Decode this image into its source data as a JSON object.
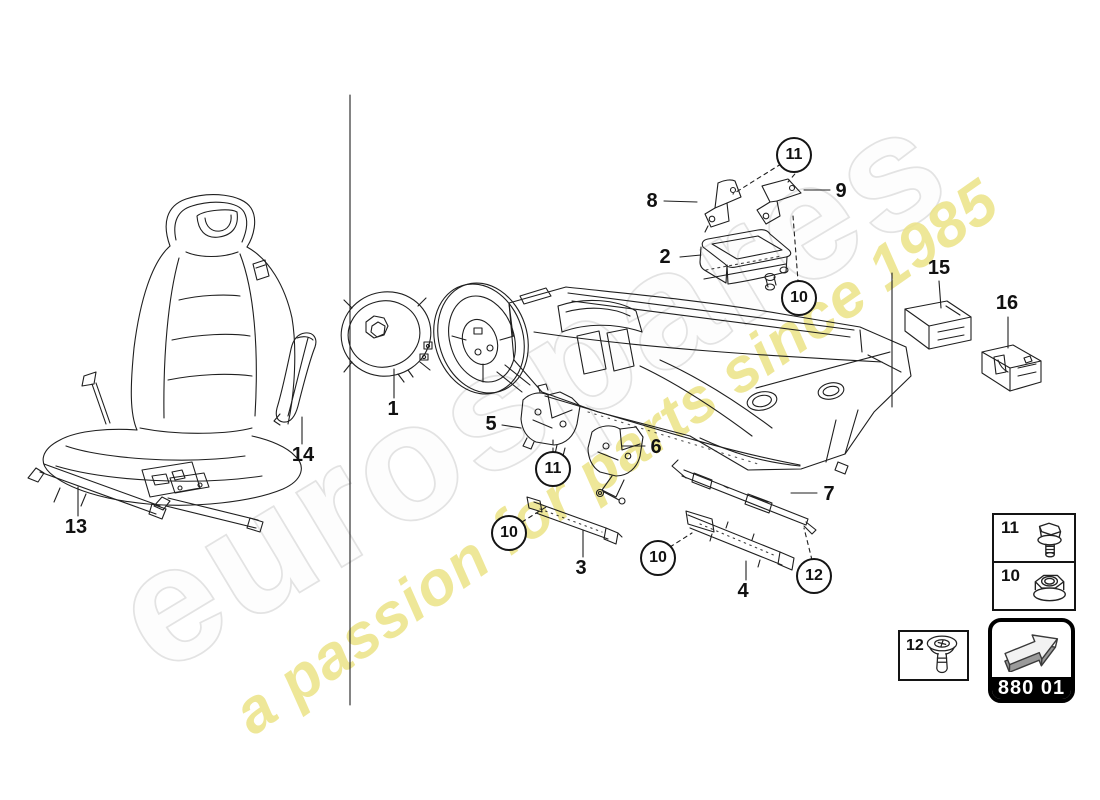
{
  "colors": {
    "background": "#ffffff",
    "line_art": "#1f1f1f",
    "divider_line": "#555555",
    "vent_fill": "#2e2e2e",
    "watermark_brand_fill": "#fdfdfd",
    "watermark_brand_outline": "#e3e3e3",
    "watermark_tagline": "#ece387",
    "badge_band": "#000000",
    "badge_text": "#ffffff",
    "arrow_top": "#ffffff",
    "arrow_side": "#9a9a9a"
  },
  "watermark": {
    "brand": "eurospares",
    "tagline": "a passion for parts since 1985"
  },
  "diagram": {
    "plain_callouts": [
      {
        "label": "1"
      },
      {
        "label": "2"
      },
      {
        "label": "3"
      },
      {
        "label": "4"
      },
      {
        "label": "5"
      },
      {
        "label": "6"
      },
      {
        "label": "7"
      },
      {
        "label": "8"
      },
      {
        "label": "9"
      },
      {
        "label": "13"
      },
      {
        "label": "14"
      },
      {
        "label": "15"
      },
      {
        "label": "16"
      }
    ],
    "circled_callouts": [
      {
        "label": "11"
      },
      {
        "label": "10"
      },
      {
        "label": "11"
      },
      {
        "label": "10"
      },
      {
        "label": "10"
      },
      {
        "label": "12"
      }
    ]
  },
  "legend": {
    "fastener_rows": [
      {
        "ref": "11",
        "icon": "hex-bolt-icon"
      },
      {
        "ref": "10",
        "icon": "flange-nut-icon"
      }
    ],
    "clip_row": {
      "ref": "12",
      "icon": "push-clip-icon"
    },
    "section_code": "880 01"
  }
}
